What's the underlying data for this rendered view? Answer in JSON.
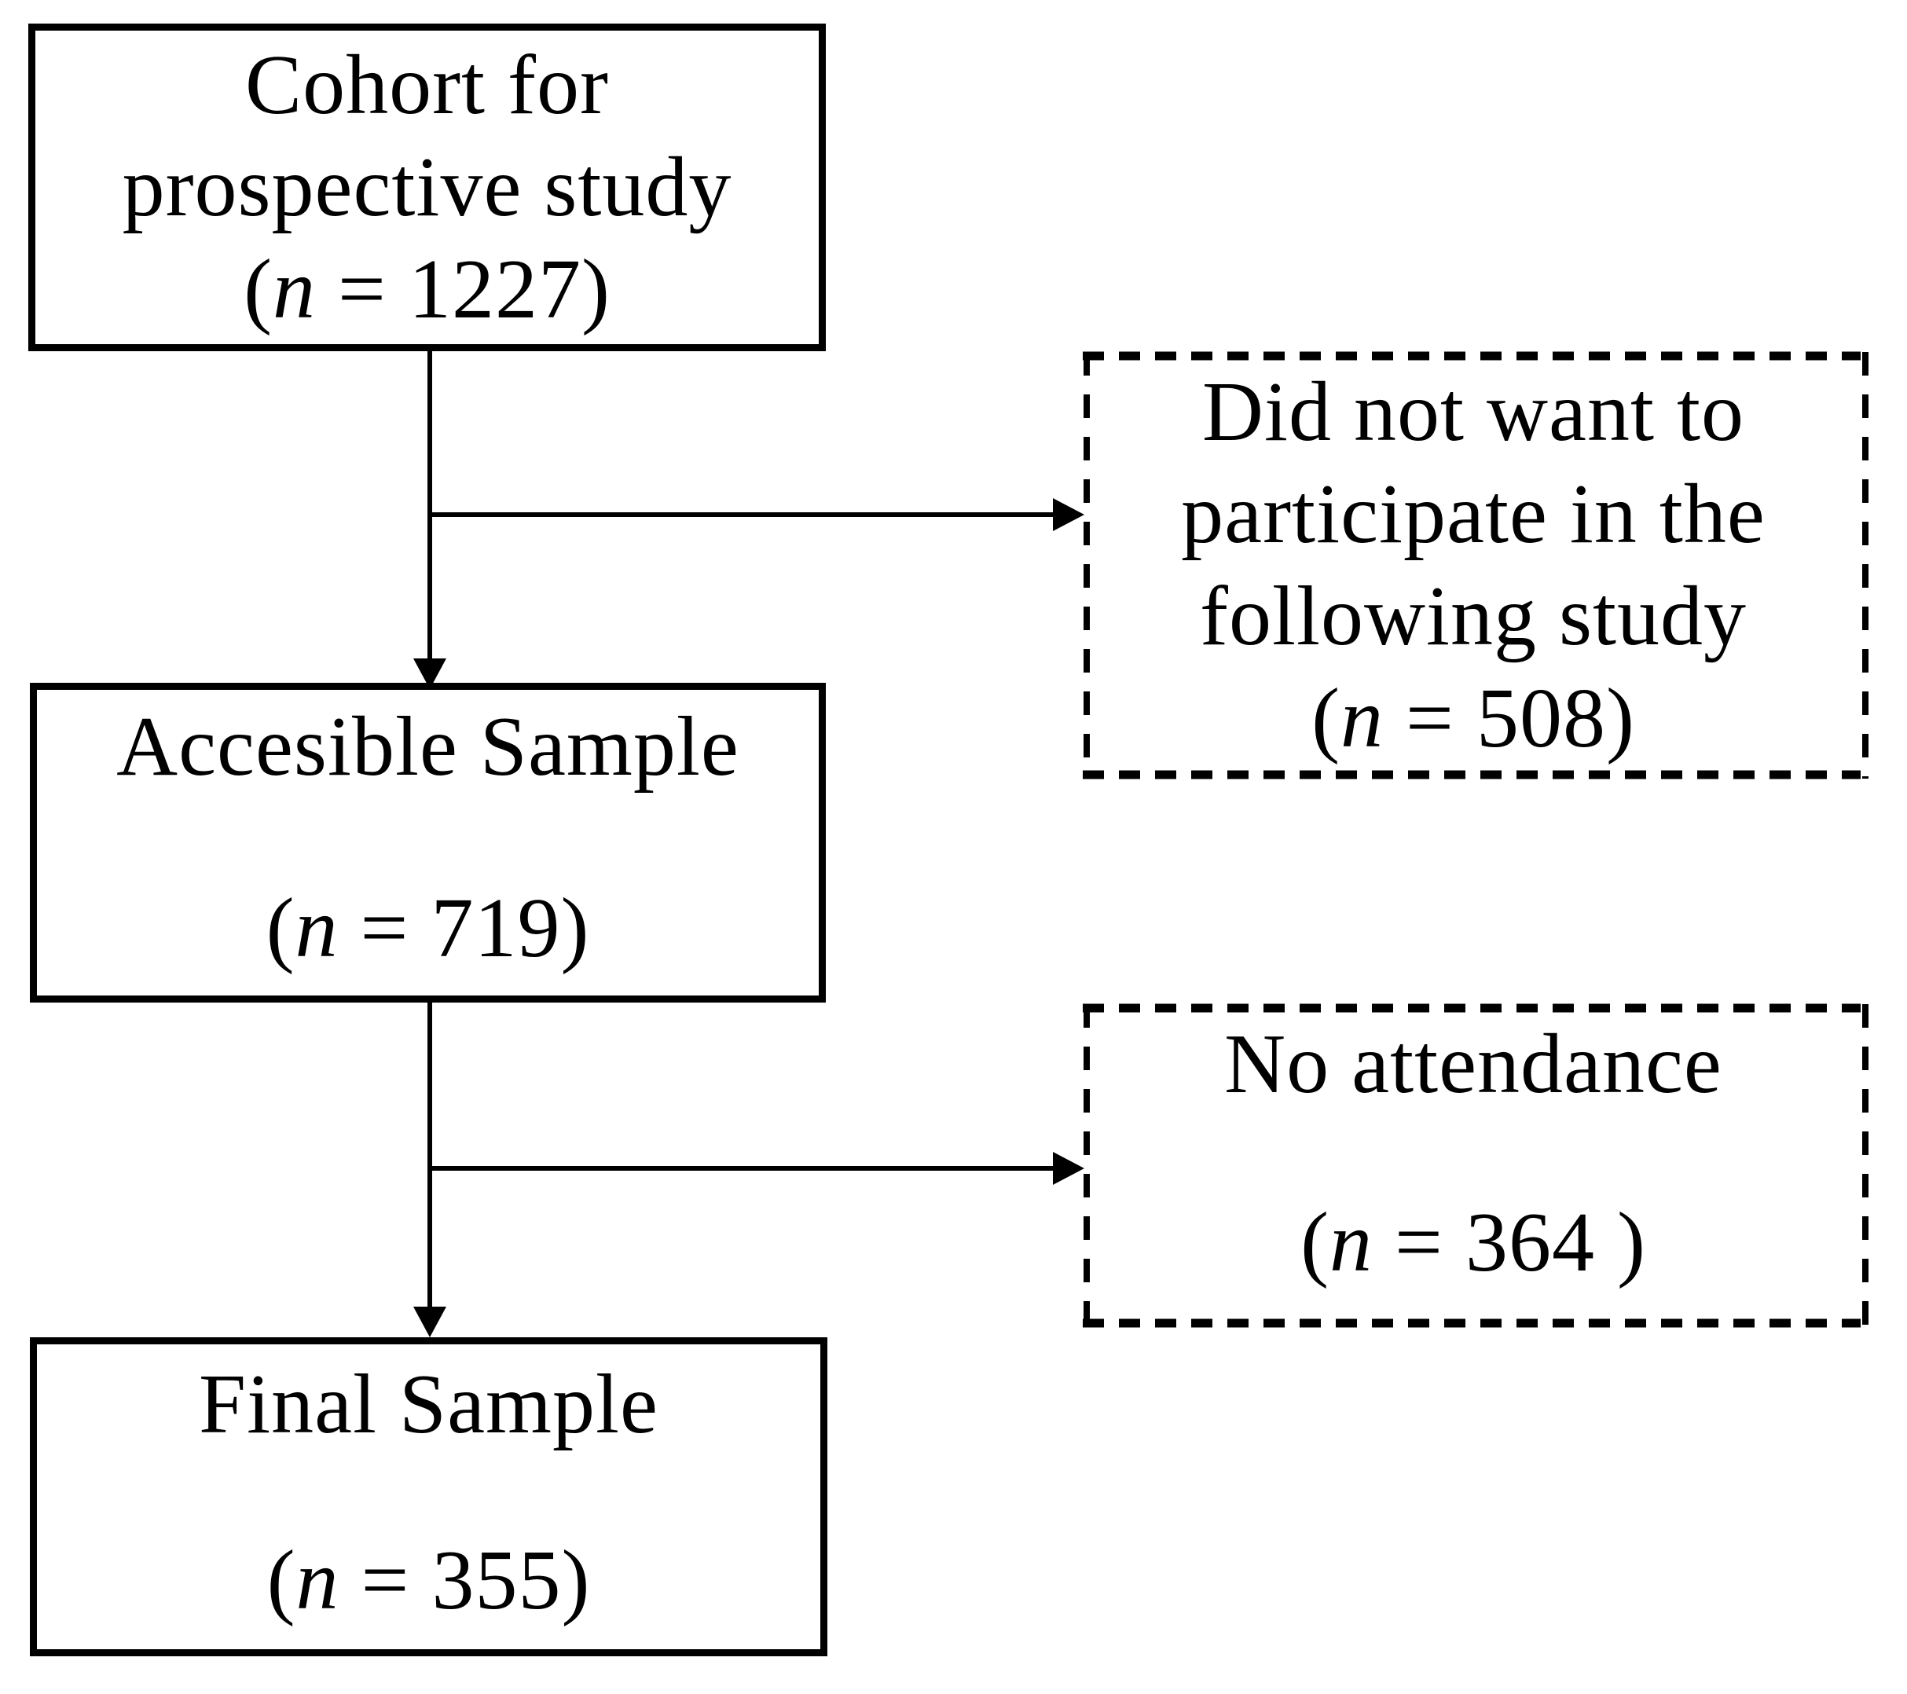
{
  "figure": {
    "kind": "participant-flow-diagram",
    "background_color": "#ffffff",
    "ink_color": "#000000"
  },
  "boxes": {
    "cohort": {
      "border": "solid",
      "lines": [
        "Cohort for",
        "prospective study"
      ],
      "count": {
        "open": "(",
        "var": "n",
        "rest": " = 1227)"
      }
    },
    "accessible": {
      "border": "solid",
      "lines": [
        "Accesible Sample"
      ],
      "count": {
        "open": "(",
        "var": "n",
        "rest": " = 719)"
      }
    },
    "final": {
      "border": "solid",
      "lines": [
        "Final Sample"
      ],
      "count": {
        "open": "(",
        "var": "n",
        "rest": " = 355)"
      }
    },
    "not_participate": {
      "border": "dashed",
      "lines": [
        "Did not want to",
        "participate in the",
        "following study"
      ],
      "count": {
        "open": "(",
        "var": "n",
        "rest": " = 508)"
      }
    },
    "no_attendance": {
      "border": "dashed",
      "lines": [
        "No attendance"
      ],
      "count": {
        "open": "(",
        "var": "n",
        "rest": " = 364 )"
      }
    }
  }
}
